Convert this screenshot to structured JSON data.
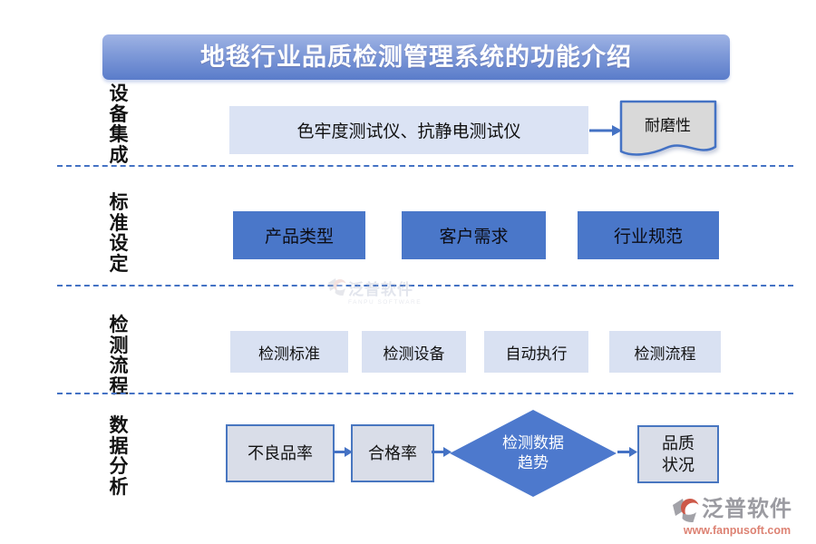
{
  "title": "地毯行业品质检测管理系统的功能介绍",
  "colors": {
    "accent_blue": "#4472c4",
    "banner_top": "#9fb3e4",
    "banner_bottom": "#5a7cca",
    "solid_box_blue": "#4a77c9",
    "light_box_blue": "#dbe3f4",
    "outline_box_fill": "#d9dde8",
    "document_gray": "#d9d9d9",
    "url_red": "#dd8273"
  },
  "sections": {
    "row1": {
      "label": "设备集成",
      "box": "色牢度测试仪、抗静电测试仪",
      "doc": "耐磨性"
    },
    "row2": {
      "label": "标准设定",
      "boxes": [
        "产品类型",
        "客户需求",
        "行业规范"
      ]
    },
    "row3": {
      "label": "检测流程",
      "boxes": [
        "检测标准",
        "检测设备",
        "自动执行",
        "检测流程"
      ]
    },
    "row4": {
      "label": "数据分析",
      "box1": "不良品率",
      "box2": "合格率",
      "diamond_line1": "检测数据",
      "diamond_line2": "趋势",
      "result_line1": "品质",
      "result_line2": "状况"
    }
  },
  "watermark": {
    "text": "泛普软件",
    "subtext": "FANPU SOFTWARE"
  },
  "footer_logo": {
    "brand": "泛普软件",
    "url": "www.fanpusoft.com"
  }
}
